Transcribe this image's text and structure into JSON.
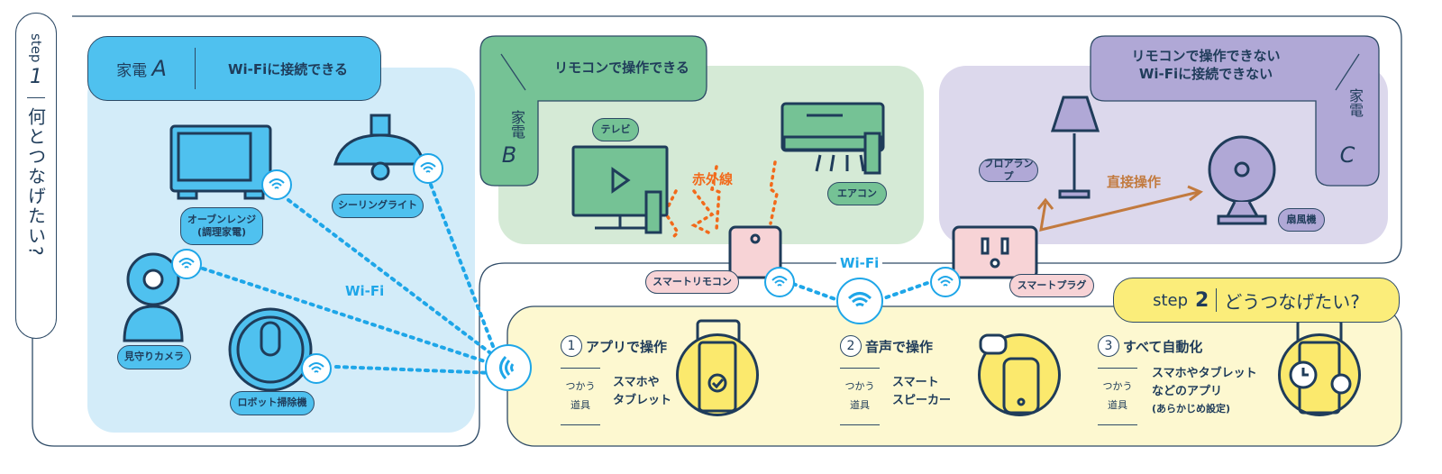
{
  "step1": {
    "label": "step",
    "number": "1",
    "question": "何とつなげたい?"
  },
  "groupA": {
    "title": "家電",
    "letter": "A",
    "desc": "Wi-Fiに接続できる",
    "devices": [
      "オーブンレンジ",
      "(調理家電)",
      "シーリングライト",
      "見守りカメラ",
      "ロボット掃除機"
    ],
    "link_label": "Wi-Fi"
  },
  "groupB": {
    "title": "家電",
    "letter": "B",
    "desc": "リモコンで操作できる",
    "devices": [
      "テレビ",
      "エアコン"
    ],
    "signal_label": "赤外線"
  },
  "groupC": {
    "title": "家電",
    "letter": "C",
    "desc_line1": "リモコンで操作できない",
    "desc_line2": "Wi-Fiに接続できない",
    "devices": [
      "フロアランプ",
      "扇風機"
    ],
    "action_label": "直接操作"
  },
  "hub": {
    "wifi_label": "Wi-Fi",
    "smart_remote": "スマートリモコン",
    "smart_plug": "スマートプラグ"
  },
  "step2": {
    "label": "step",
    "number": "2",
    "question": "どうつなげたい?",
    "tool_label_1": "つかう",
    "tool_label_2": "道具",
    "items": [
      {
        "num": "1",
        "title": "アプリで操作",
        "tool_line1": "スマホや",
        "tool_line2": "タブレット",
        "tool_line3": ""
      },
      {
        "num": "2",
        "title": "音声で操作",
        "tool_line1": "スマート",
        "tool_line2": "スピーカー",
        "tool_line3": ""
      },
      {
        "num": "3",
        "title": "すべて自動化",
        "tool_line1": "スマホやタブレット",
        "tool_line2": "などのアプリ",
        "tool_line3": "(あらかじめ設定)"
      }
    ]
  },
  "colors": {
    "blue": "#4fc1ef",
    "green": "#75c295",
    "purple": "#b0a8d6",
    "pink": "#f7d3d6",
    "yellow": "#fbe96d",
    "wifi": "#1ea6e8",
    "infrared": "#f26a1b",
    "direct": "#c27a3e"
  }
}
